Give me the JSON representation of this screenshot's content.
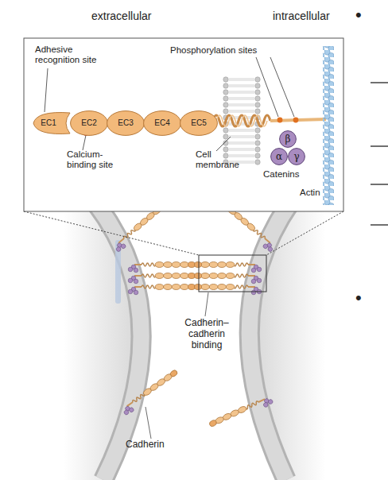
{
  "diagram": {
    "nodes": [
      {
        "text": [
          "EC1"
        ]
      },
      {
        "text": [
          "EC2"
        ]
      },
      {
        "text": [
          "EC3"
        ]
      },
      {
        "text": [
          "EC4"
        ]
      },
      {
        "text": [
          "EC5"
        ]
      },
      {
        "text": [
          "β"
        ]
      },
      {
        "text": [
          "α"
        ]
      },
      {
        "text": [
          "γ"
        ]
      }
    ],
    "labels": [
      "extracellular",
      "intracellular",
      "•",
      "Adhesive recognition site",
      "Phosphorylation sites",
      "Calcium-binding site",
      "Cell membrane",
      "Catenins",
      "Actin",
      "•",
      "Cadherin–cadherin binding",
      "Cadherin"
    ]
  }
}
